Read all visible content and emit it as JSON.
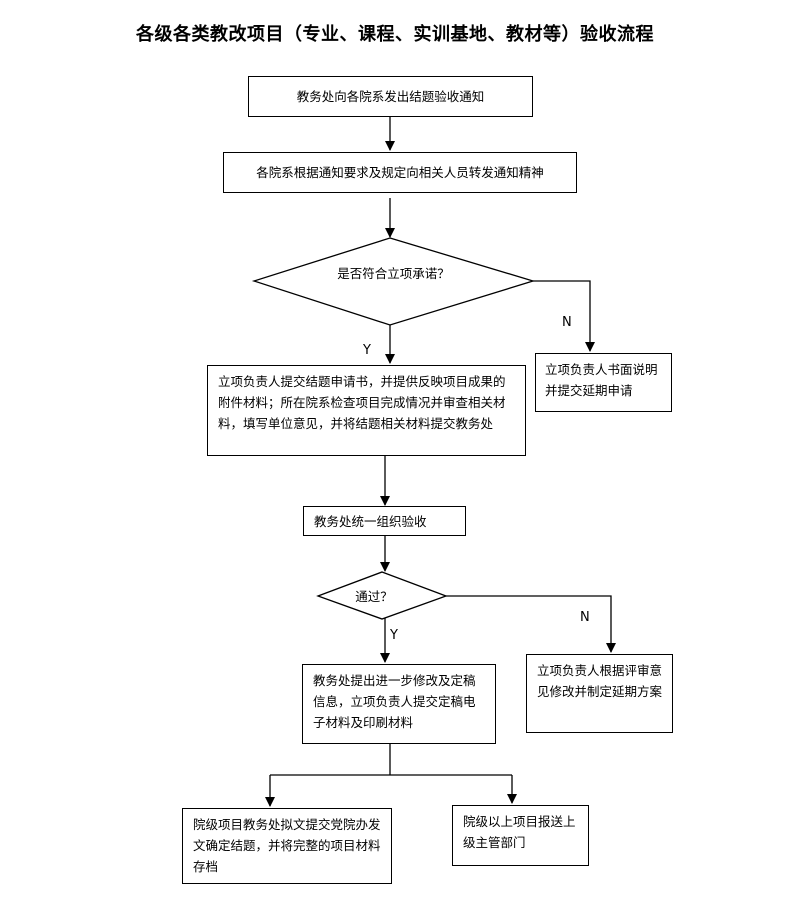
{
  "title": "各级各类教改项目（专业、课程、实训基地、教材等）验收流程",
  "nodes": {
    "notice": "教务处向各院系发出结题验收通知",
    "relay": "各院系根据通知要求及规定向相关人员转发通知精神",
    "decision1": "是否符合立项承诺？",
    "reject1": "立项负责人书面说明并提交延期申请",
    "submit": "立项负责人提交结题申请书，并提供反映项目成果的附件材料；所在院系检查项目完成情况并审查相关材料，填写单位意见，并将结题相关材料提交教务处",
    "organize": "教务处统一组织验收",
    "decision2": "通过？",
    "reject2": "立项负责人根据评审意见修改并制定延期方案",
    "finalize": "教务处提出进一步修改及定稿信息，立项负责人提交定稿电子材料及印刷材料",
    "archive": "院级项目教务处拟文提交党院办发文确定结题，并将完整的项目材料存档",
    "report": "院级以上项目报送上级主管部门"
  },
  "labels": {
    "yes": "Y",
    "no": "N"
  }
}
